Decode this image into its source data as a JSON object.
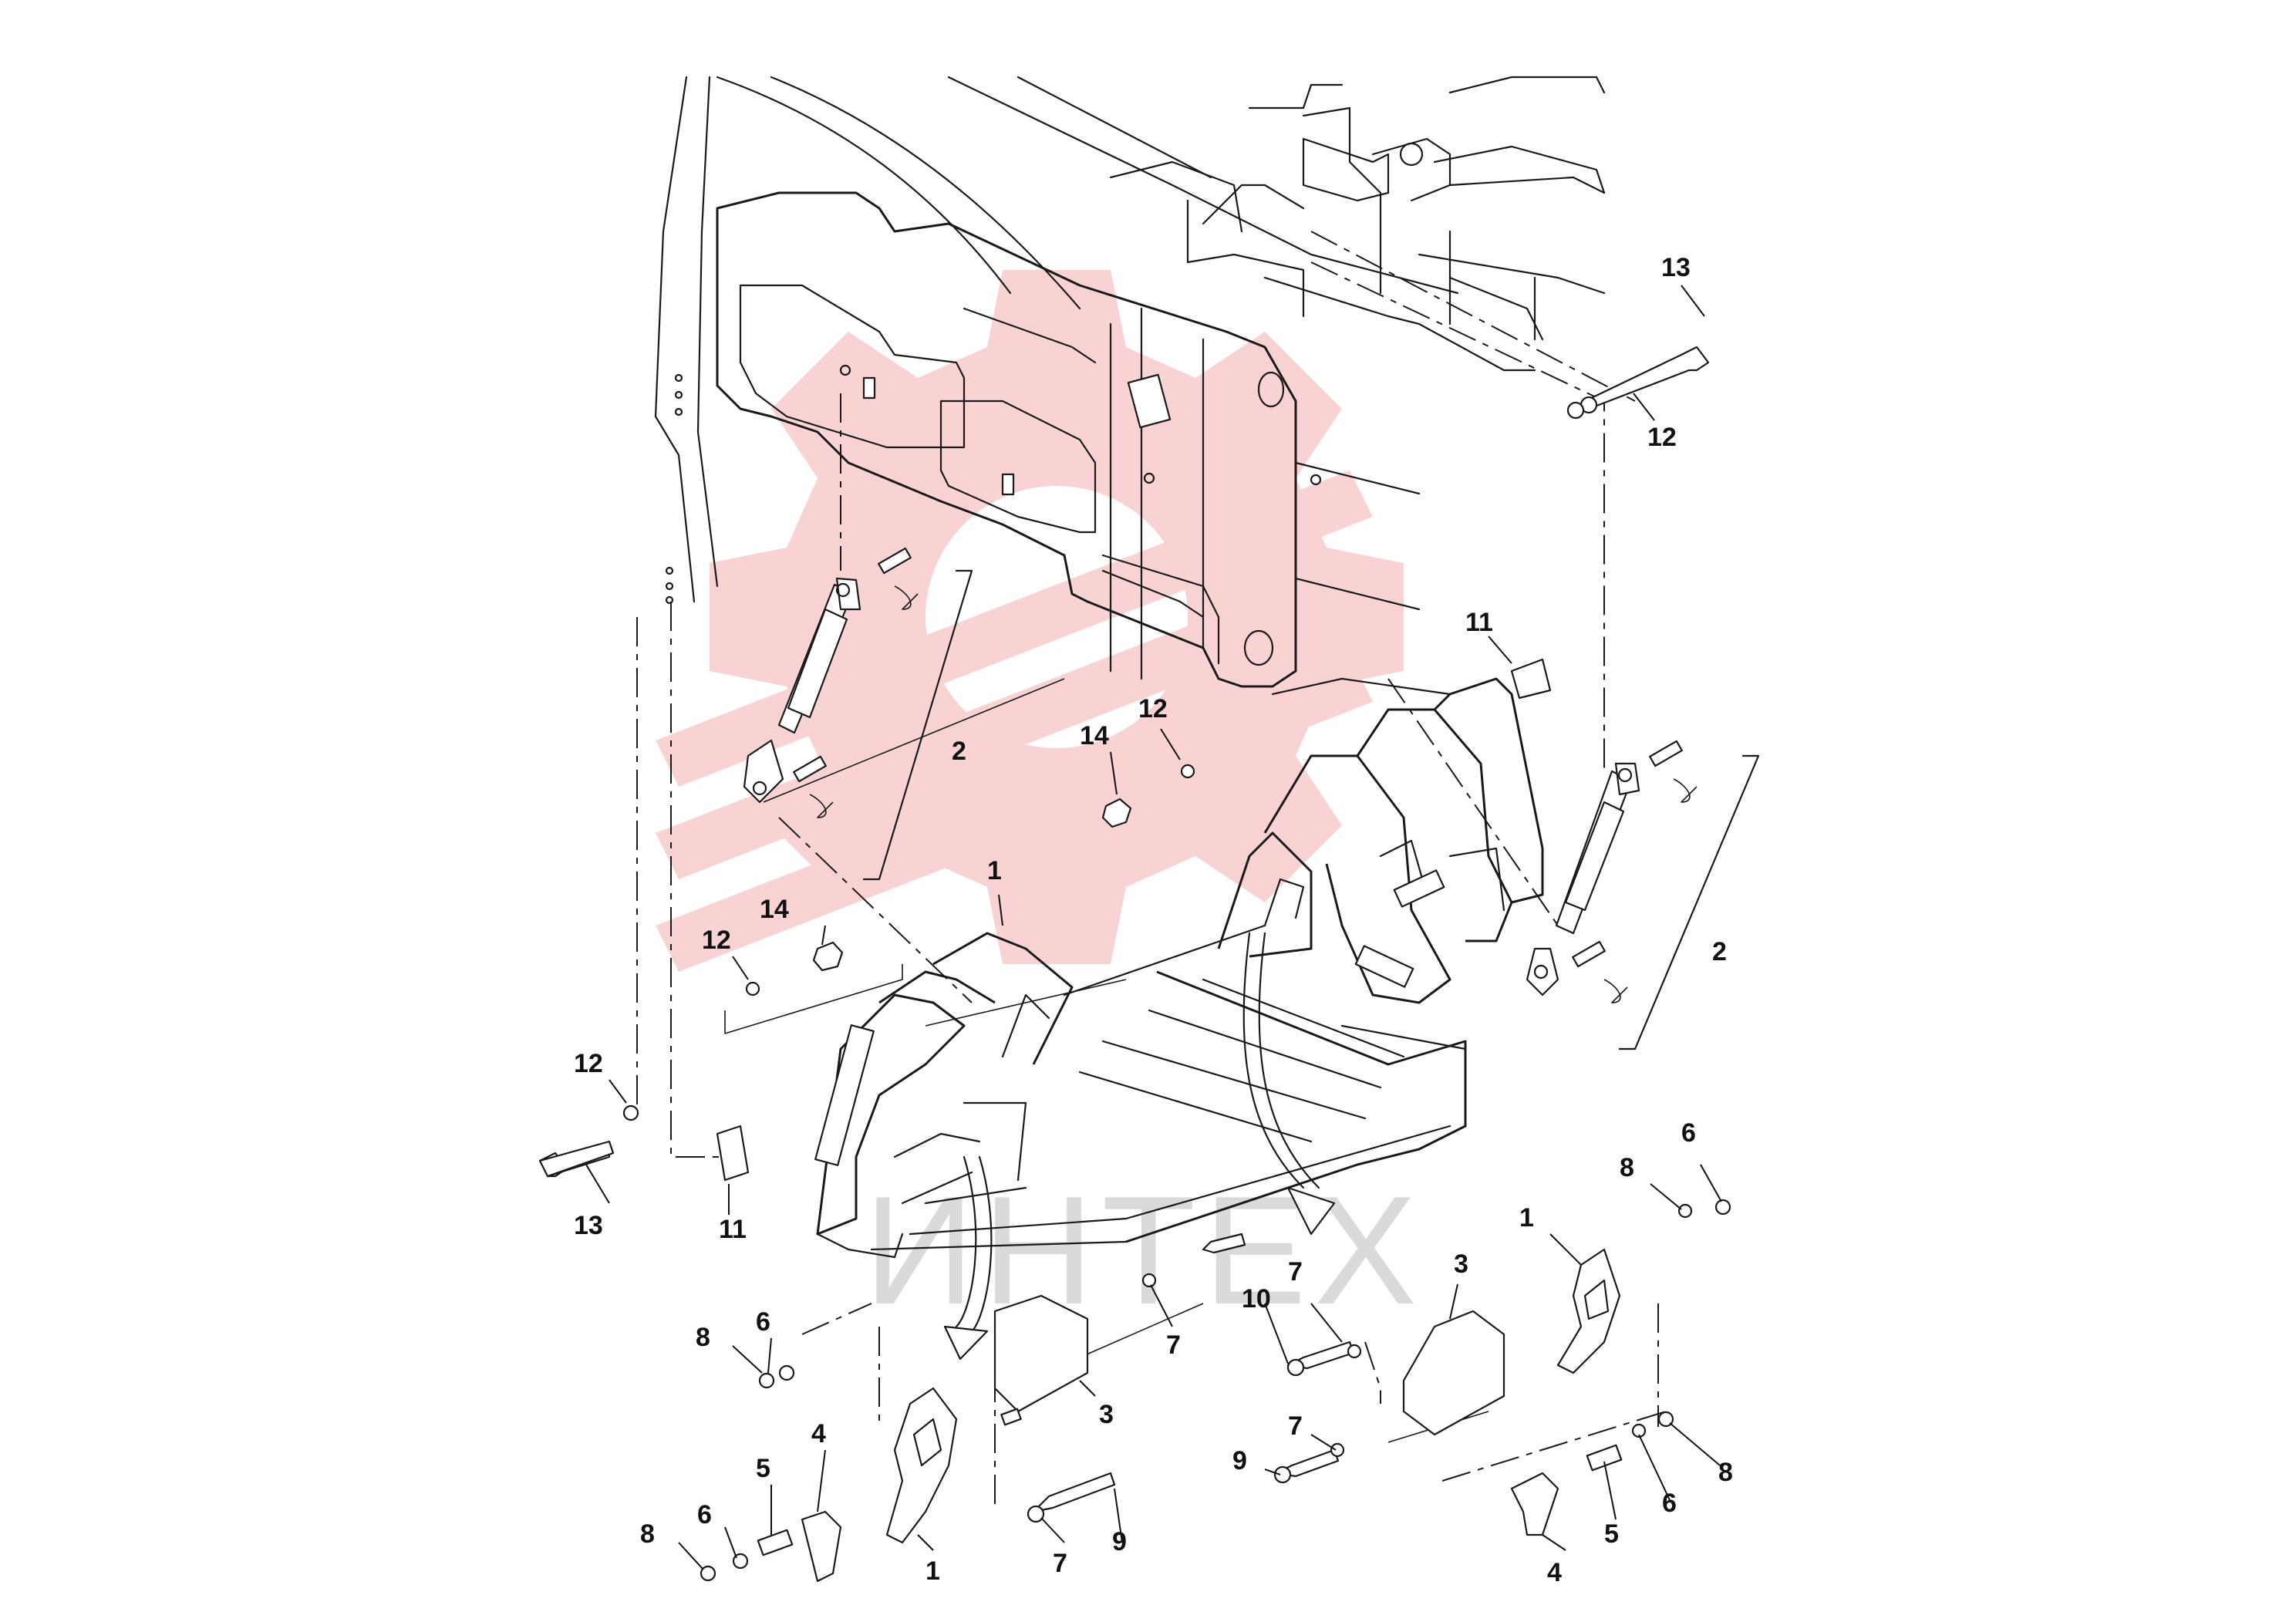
{
  "watermark": {
    "text": "ИНТЕХ",
    "color_gear": "#e83a3a",
    "color_text": "#bdbdbd"
  },
  "callouts": [
    {
      "id": "c-13-top",
      "label": "13"
    },
    {
      "id": "c-12-top",
      "label": "12"
    },
    {
      "id": "c-11-right",
      "label": "11"
    },
    {
      "id": "c-12-mid",
      "label": "12"
    },
    {
      "id": "c-14-mid",
      "label": "14"
    },
    {
      "id": "c-2-left",
      "label": "2"
    },
    {
      "id": "c-2-right",
      "label": "2"
    },
    {
      "id": "c-1-center",
      "label": "1"
    },
    {
      "id": "c-14-left",
      "label": "14"
    },
    {
      "id": "c-12-left",
      "label": "12"
    },
    {
      "id": "c-12-lowleft",
      "label": "12"
    },
    {
      "id": "c-13-lowleft",
      "label": "13"
    },
    {
      "id": "c-11-left",
      "label": "11"
    },
    {
      "id": "c-6-left",
      "label": "6"
    },
    {
      "id": "c-8-left",
      "label": "8"
    },
    {
      "id": "c-4-left",
      "label": "4"
    },
    {
      "id": "c-5-left",
      "label": "5"
    },
    {
      "id": "c-6-left-low",
      "label": "6"
    },
    {
      "id": "c-8-left-low",
      "label": "8"
    },
    {
      "id": "c-1-left-low",
      "label": "1"
    },
    {
      "id": "c-3-left",
      "label": "3"
    },
    {
      "id": "c-7-left-mid",
      "label": "7"
    },
    {
      "id": "c-7-left-low",
      "label": "7"
    },
    {
      "id": "c-9-left",
      "label": "9"
    },
    {
      "id": "c-10",
      "label": "10"
    },
    {
      "id": "c-7-right-top",
      "label": "7"
    },
    {
      "id": "c-3-right",
      "label": "3"
    },
    {
      "id": "c-1-right",
      "label": "1"
    },
    {
      "id": "c-8-right-top",
      "label": "8"
    },
    {
      "id": "c-6-right-top",
      "label": "6"
    },
    {
      "id": "c-7-right-low",
      "label": "7"
    },
    {
      "id": "c-9-right",
      "label": "9"
    },
    {
      "id": "c-8-right-low",
      "label": "8"
    },
    {
      "id": "c-6-right-low",
      "label": "6"
    },
    {
      "id": "c-5-right",
      "label": "5"
    },
    {
      "id": "c-4-right",
      "label": "4"
    }
  ]
}
